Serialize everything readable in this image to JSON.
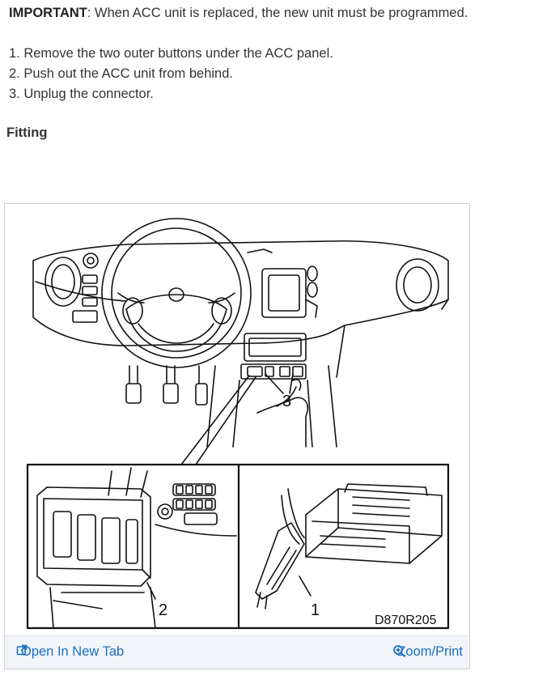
{
  "intro": {
    "important_label": "IMPORTANT",
    "important_text": ": When ACC unit is replaced, the new unit must be programmed."
  },
  "steps": [
    "1. Remove the two outer buttons under the ACC panel.",
    "2. Push out the ACC unit from behind.",
    "3. Unplug the connector."
  ],
  "section_heading": "Fitting",
  "figure": {
    "callouts": {
      "one": "1",
      "two": "2",
      "three": "3"
    },
    "code": "D870R205",
    "open_tab_label": "Open In New Tab",
    "zoom_label": "Zoom/Print",
    "open_tab_icon": "open-in-new-tab-icon",
    "zoom_icon": "zoom-in-icon",
    "link_color": "#1e6fc0"
  }
}
